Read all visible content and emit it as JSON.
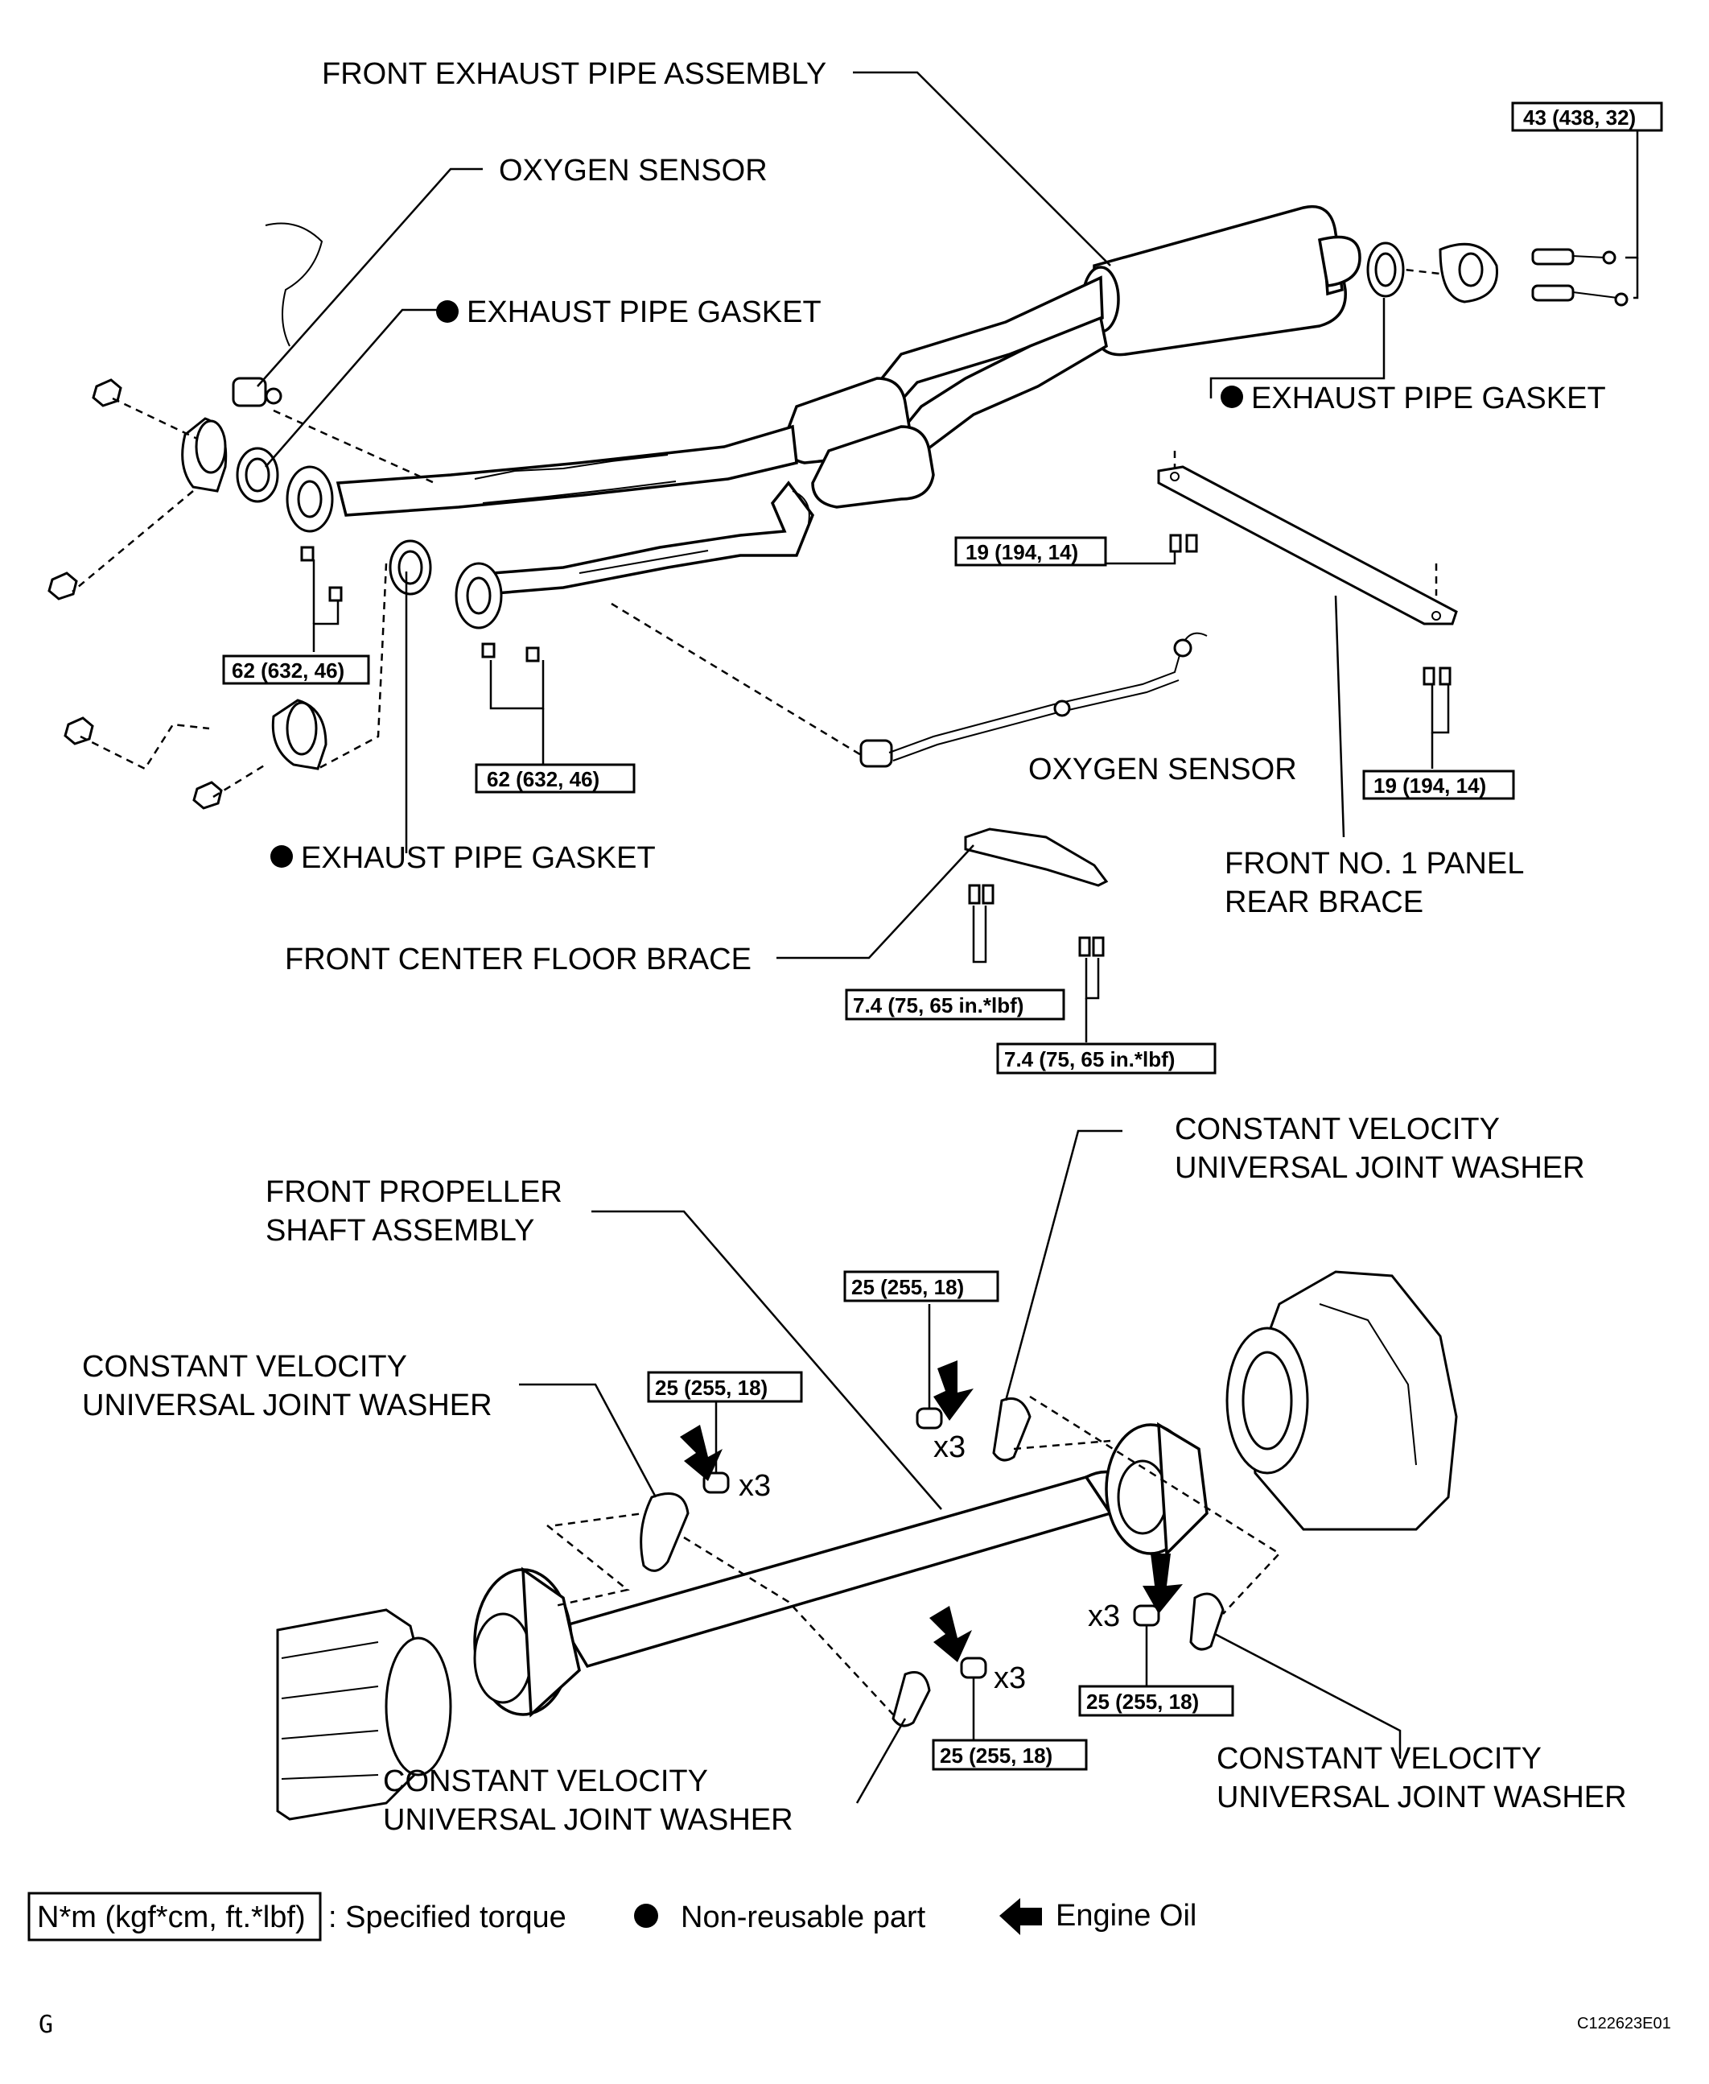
{
  "labels": {
    "front_exhaust_pipe": "FRONT EXHAUST PIPE ASSEMBLY",
    "oxygen_sensor_top": "OXYGEN SENSOR",
    "exhaust_gasket_1": "EXHAUST PIPE GASKET",
    "exhaust_gasket_2": "EXHAUST PIPE GASKET",
    "exhaust_gasket_3": "EXHAUST PIPE GASKET",
    "oxygen_sensor_bottom": "OXYGEN SENSOR",
    "front_no1_panel_line1": "FRONT NO. 1 PANEL",
    "front_no1_panel_line2": "REAR BRACE",
    "front_center_floor_brace": "FRONT CENTER FLOOR BRACE",
    "propeller_line1": "FRONT PROPELLER",
    "propeller_line2": "SHAFT ASSEMBLY",
    "cv_washer_tr_line1": "CONSTANT VELOCITY",
    "cv_washer_tr_line2": "UNIVERSAL JOINT WASHER",
    "cv_washer_l_line1": "CONSTANT VELOCITY",
    "cv_washer_l_line2": "UNIVERSAL JOINT WASHER",
    "cv_washer_bc_line1": "CONSTANT VELOCITY",
    "cv_washer_bc_line2": "UNIVERSAL JOINT WASHER",
    "cv_washer_br_line1": "CONSTANT VELOCITY",
    "cv_washer_br_line2": "UNIVERSAL JOINT WASHER"
  },
  "torques": {
    "t_43": "43 (438, 32)",
    "t_19_left": "19 (194, 14)",
    "t_19_right": "19 (194, 14)",
    "t_62_left": "62 (632, 46)",
    "t_62_center": "62 (632, 46)",
    "t_74_a": "7.4 (75, 65 in.*lbf)",
    "t_74_b": "7.4 (75, 65 in.*lbf)",
    "t_25_top": "25 (255, 18)",
    "t_25_left": "25 (255, 18)",
    "t_25_mid": "25 (255, 18)",
    "t_25_right": "25 (255, 18)"
  },
  "counts": {
    "x3_left": "x3",
    "x3_top": "x3",
    "x3_mid": "x3",
    "x3_right": "x3"
  },
  "legend": {
    "torque_box": "N*m (kgf*cm, ft.*lbf)",
    "torque_text": ": Specified torque",
    "nonreusable_text": "Non-reusable part",
    "oil_text": "Engine Oil"
  },
  "footer": {
    "section": "G",
    "code": "C122623E01"
  }
}
